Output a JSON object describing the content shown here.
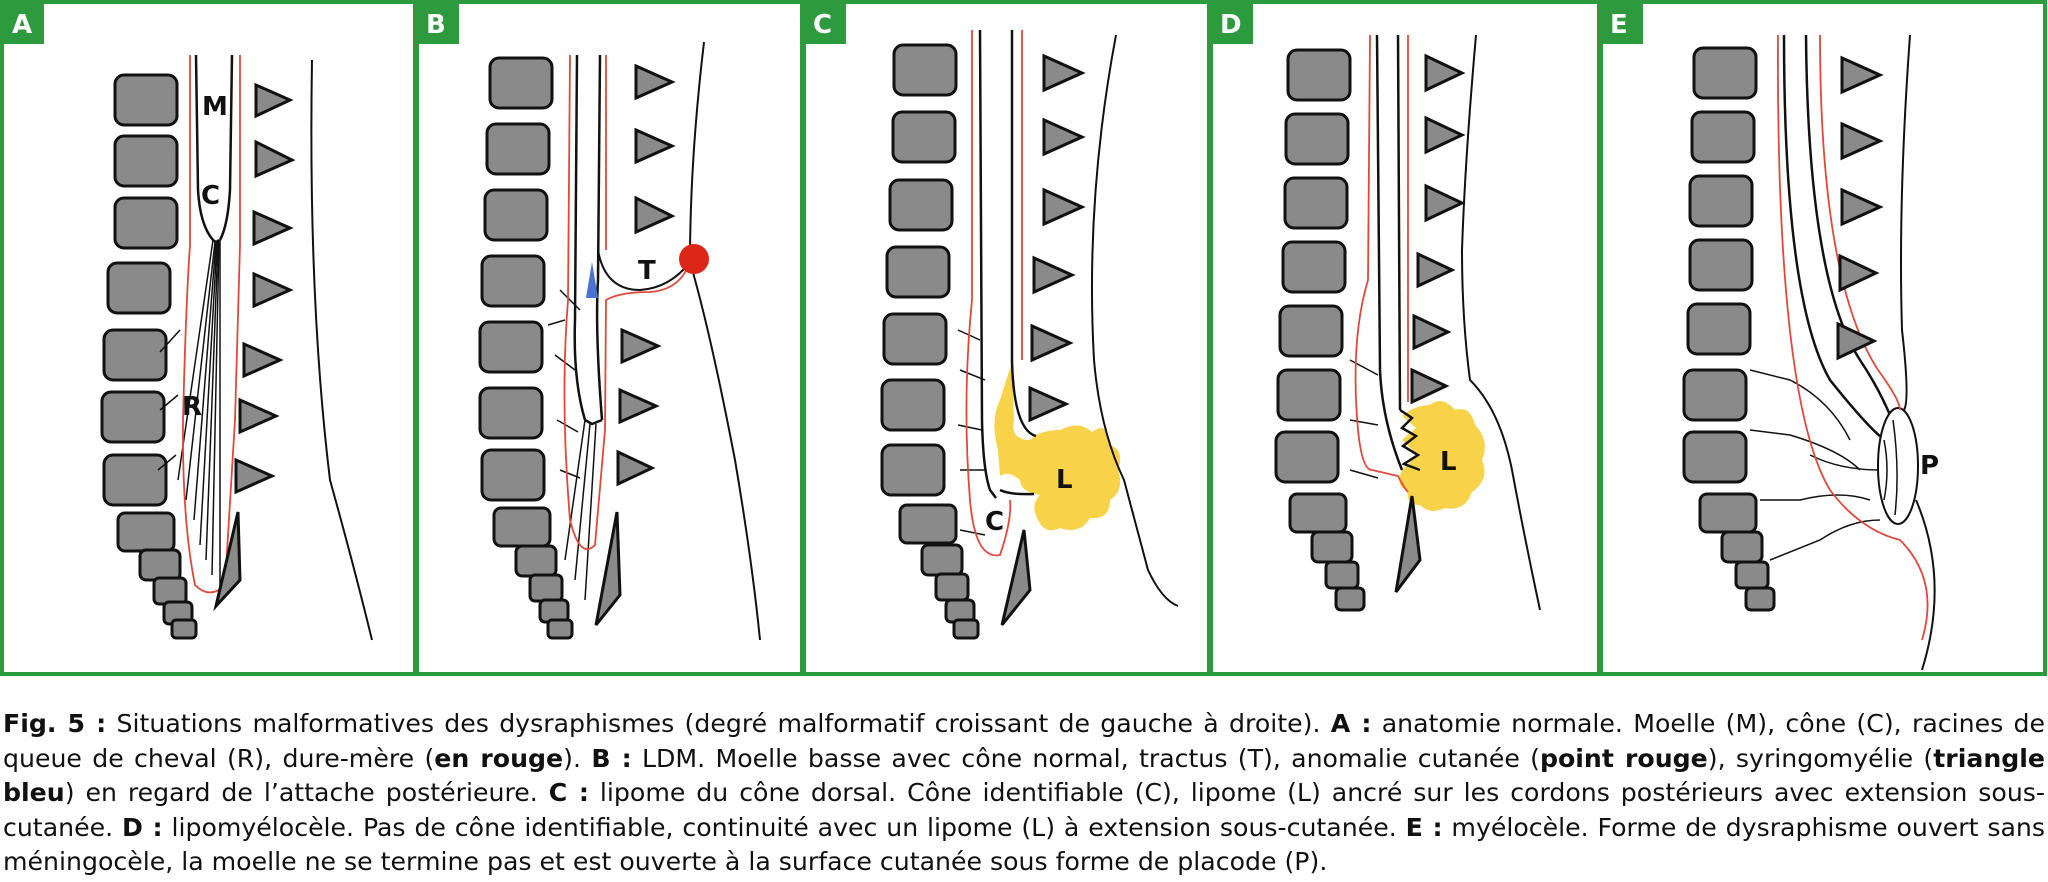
{
  "panels": [
    {
      "tag": "A",
      "labels": [
        "M",
        "C",
        "R"
      ]
    },
    {
      "tag": "B",
      "labels": [
        "T"
      ]
    },
    {
      "tag": "C",
      "labels": [
        "L",
        "C"
      ]
    },
    {
      "tag": "D",
      "labels": [
        "L"
      ]
    },
    {
      "tag": "E",
      "labels": [
        "P"
      ]
    }
  ],
  "colors": {
    "frame": "#2e9a3e",
    "dura": "#e0483c",
    "lipoma": "#f8d34a",
    "dot": "#dc2618",
    "syrinx": "#4a72d0",
    "vertebra": "#8a8a8a"
  },
  "caption": {
    "fig_label": "Fig. 5 :",
    "intro": " Situations malformatives des dysraphismes (degré malformatif croissant de gauche à droite). ",
    "a_label": "A :",
    "a_text_1": " anatomie normale. Moelle (M), cône (C), racines de queue de cheval (R), dure-mère (",
    "a_bold": "en rouge",
    "a_text_2": "). ",
    "b_label": "B :",
    "b_text_1": " LDM. Moelle basse avec cône normal, tractus (T), anomalie cutanée (",
    "b_bold_1": "point rouge",
    "b_text_2": "), syringomyélie (",
    "b_bold_2": "triangle bleu",
    "b_text_3": ") en regard de l’attache postérieure. ",
    "c_label": "C :",
    "c_text": " lipome du cône dorsal. Cône identifiable (C), lipome (L) ancré sur les cordons postérieurs avec extension sous-cutanée. ",
    "d_label": "D :",
    "d_text": " lipomyélocèle. Pas de cône identifiable, continuité avec un lipome (L) à extension sous-cutanée. ",
    "e_label": "E :",
    "e_text": " myélocèle. Forme de dysraphisme ouvert sans méningocèle, la moelle ne se termine pas et est ouverte à la surface cutanée sous forme de placode (P)."
  }
}
